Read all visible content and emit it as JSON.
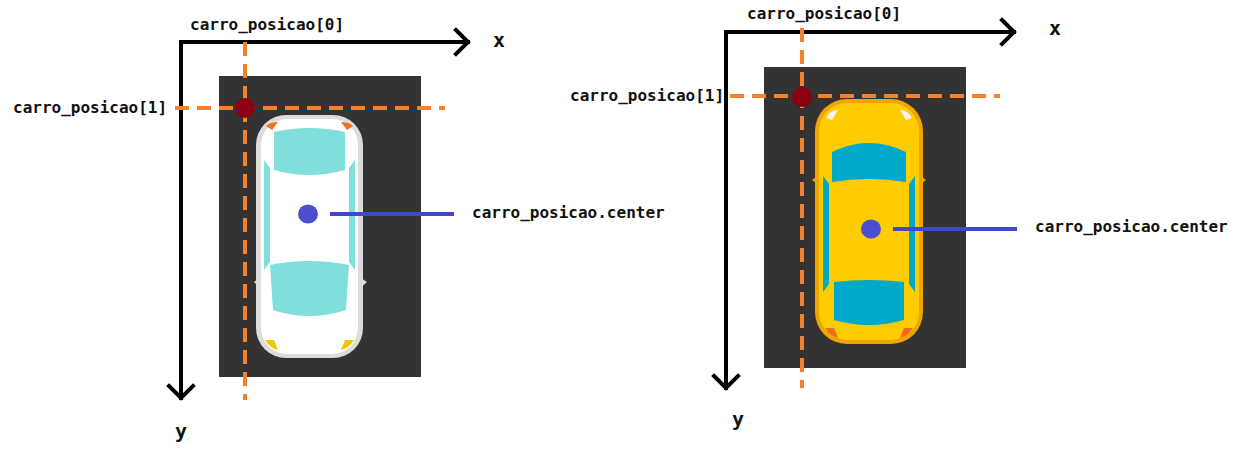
{
  "diagram": {
    "labels": [
      "carro_posicao[0]",
      "x",
      "carro_posicao[1]",
      "carro_posicao.center",
      "y",
      "carro_posicao[0]",
      "x",
      "carro_posicao[1]",
      "carro_posicao.center",
      "y"
    ]
  }
}
